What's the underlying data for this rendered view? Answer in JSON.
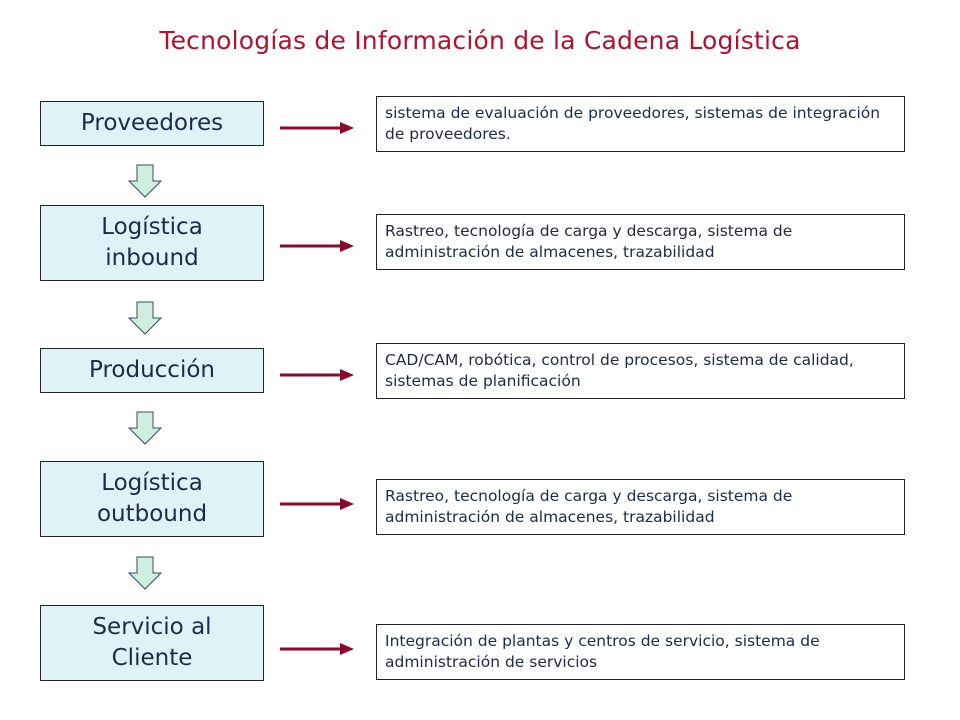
{
  "title": "Tecnologías de Información de la Cadena Logística",
  "colors": {
    "title": "#b0122e",
    "arrow": "#8b0a2a",
    "stage_fill": "#dff2f7",
    "down_arrow_fill": "#cfeedd"
  },
  "stages": [
    {
      "label": "Proveedores",
      "technologies": "sistema de evaluación de proveedores, sistemas de integración de proveedores."
    },
    {
      "label": "Logística\ninbound",
      "technologies": "Rastreo, tecnología de carga y descarga, sistema de administración de almacenes, trazabilidad"
    },
    {
      "label": "Producción",
      "technologies": "CAD/CAM, robótica, control de procesos, sistema de calidad, sistemas de planificación"
    },
    {
      "label": "Logística\noutbound",
      "technologies": "Rastreo, tecnología de carga y descarga, sistema de administración de almacenes, trazabilidad"
    },
    {
      "label": "Servicio al\nCliente",
      "technologies": "Integración de plantas y centros de servicio, sistema de administración de servicios"
    }
  ]
}
